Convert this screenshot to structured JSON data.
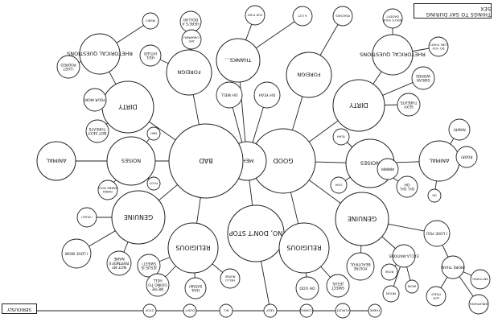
{
  "title": "THINGS TO SAY DURING SEX",
  "bottom_label": "SERIOUSLY",
  "colors": {
    "line": "#222222",
    "fill": "#ffffff",
    "text": "#111111"
  },
  "diagram": {
    "nodes": [
      {
        "id": "good",
        "label": "GOOD"
      },
      {
        "id": "meh",
        "label": "MEH."
      },
      {
        "id": "bad",
        "label": "BAD"
      },
      {
        "id": "no_dont_stop",
        "label": "NO, DON'T STOP"
      },
      {
        "id": "foreign_g",
        "label": "FOREIGN"
      },
      {
        "id": "dirty_g",
        "label": "DIRTY"
      },
      {
        "id": "noises_g",
        "label": "NOISES"
      },
      {
        "id": "genuine_g",
        "label": "GENUINE"
      },
      {
        "id": "religious_g",
        "label": "RELIGIOUS"
      },
      {
        "id": "rhet_g",
        "label": "RHETORICAL QUESTIONS"
      },
      {
        "id": "animal_g",
        "label": "ANIMAL"
      },
      {
        "id": "thanks",
        "label": "THANKS..."
      },
      {
        "id": "oh_well",
        "label": "OH WELL"
      },
      {
        "id": "oh_yeah",
        "label": "OH YEAH"
      },
      {
        "id": "for_that",
        "label": "FOR THAT"
      },
      {
        "id": "a_lot",
        "label": "A LOT"
      },
      {
        "id": "foreign_b",
        "label": "FOREIGN"
      },
      {
        "id": "dirty_b",
        "label": "DIRTY"
      },
      {
        "id": "noises_b",
        "label": "NOISES"
      },
      {
        "id": "genuine_b",
        "label": "GENUINE"
      },
      {
        "id": "religious_b",
        "label": "RELIGIOUS"
      },
      {
        "id": "rhet_b",
        "label": "RHETORICAL QUESTIONS"
      },
      {
        "id": "animal_b",
        "label": "ANIMAL"
      },
      {
        "id": "peaches",
        "label": "PEACHES"
      },
      {
        "id": "who_is_your_daddy",
        "label": "WHO'S YOUR DADDY?"
      },
      {
        "id": "do_you_like_that",
        "label": "DO YOU LIKE THAT?"
      },
      {
        "id": "youre_beautiful",
        "label": "YOU'RE BEAUTIFUL"
      },
      {
        "id": "sweet_jesus",
        "label": "SWEET JESUS"
      },
      {
        "id": "oh_god",
        "label": "OH GOD"
      },
      {
        "id": "yeah",
        "label": "YEAH"
      },
      {
        "id": "ooh",
        "label": "OOH"
      },
      {
        "id": "ok",
        "label": "OK"
      },
      {
        "id": "rawr",
        "label": "RAWR!"
      },
      {
        "id": "roar",
        "label": "ROAR!"
      },
      {
        "id": "sexy_threats",
        "label": "SEXY THREATS"
      },
      {
        "id": "swear_words",
        "label": "SWEAR WORDS"
      },
      {
        "id": "oh_oh_oh",
        "label": "OH, OH, OH"
      },
      {
        "id": "mmmm",
        "label": "MMMM"
      },
      {
        "id": "one_love",
        "label": "I LOVE YOU"
      },
      {
        "id": "more_than",
        "label": "MORE THAN"
      },
      {
        "id": "anything",
        "label": "ANYTHING"
      },
      {
        "id": "breathing",
        "label": "BREATHING"
      },
      {
        "id": "life_itself",
        "label": "LIFE ITSELF"
      },
      {
        "id": "rose",
        "label": "ROSE"
      },
      {
        "id": "moon",
        "label": "MOON"
      },
      {
        "id": "wow",
        "label": "WOW"
      },
      {
        "id": "excla",
        "label": "EXCLA-MATIONS"
      },
      {
        "id": "heres_dollar",
        "label": "HERE'S A DOLLAR"
      },
      {
        "id": "aye_caramba",
        "label": "AYE CARAMBA!"
      },
      {
        "id": "heil_hitler",
        "label": "HEIL HITLER"
      },
      {
        "id": "merci",
        "label": "MERCI"
      },
      {
        "id": "nah",
        "label": "NAH"
      },
      {
        "id": "poot",
        "label": "POOT"
      },
      {
        "id": "yabba",
        "label": "YABBA DABBA DOO!"
      },
      {
        "id": "not_sexy_threats",
        "label": "NOT SEXY THREATS"
      },
      {
        "id": "i_just_pooped",
        "label": "I JUST POOPED"
      },
      {
        "id": "your_mom",
        "label": "YOUR MOM"
      },
      {
        "id": "i_rule",
        "label": "I RULE!"
      },
      {
        "id": "i_love_wow",
        "label": "I LOVE WOW"
      },
      {
        "id": "jesus_sweet",
        "label": "JESUS IS SWEET!"
      },
      {
        "id": "hail_satan",
        "label": "HAIL SATAN!"
      },
      {
        "id": "hello_nurse",
        "label": "HELLO NURSE"
      },
      {
        "id": "not_my_partner",
        "label": "NOT MY PARTNER'S NAME"
      },
      {
        "id": "going_to_hell",
        "label": "WE'RE GOING TO HELL"
      },
      {
        "id": "dont",
        "label": "DON'T"
      },
      {
        "id": "stop",
        "label": "STOP"
      },
      {
        "id": "no",
        "label": "NO,"
      },
      {
        "id": "keep",
        "label": "KEEP"
      },
      {
        "id": "coming",
        "label": "COMING"
      },
      {
        "id": "almost",
        "label": "ALMOST"
      },
      {
        "id": "there",
        "label": "THERE"
      }
    ]
  }
}
